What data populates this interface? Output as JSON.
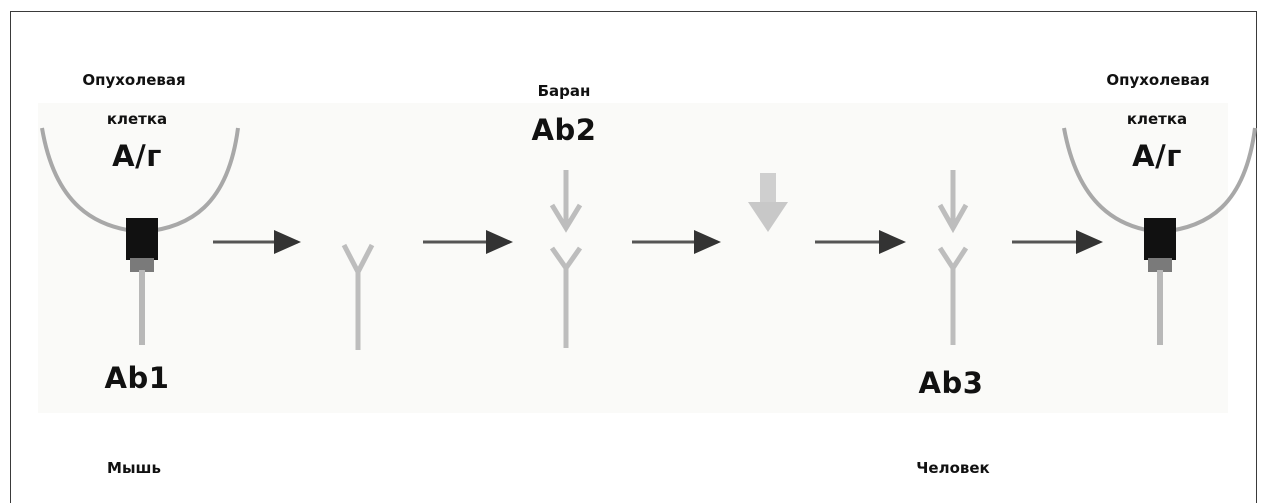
{
  "left_cell": {
    "line1": "Опухолевая",
    "line2": "клетка",
    "antigen": "А/г"
  },
  "right_cell": {
    "line1": "Опухолевая",
    "line2": "клетка",
    "antigen": "А/г"
  },
  "ab1": {
    "label": "Ab1",
    "species": "Мышь"
  },
  "ab2": {
    "label": "Ab2",
    "species": "Баран"
  },
  "ab3": {
    "label": "Ab3",
    "species": "Человек"
  },
  "colors": {
    "arrow": "#555555",
    "antibody": "#b8b8b8",
    "binding_site": "#111111",
    "cell_outline": "#9a9a9a"
  }
}
